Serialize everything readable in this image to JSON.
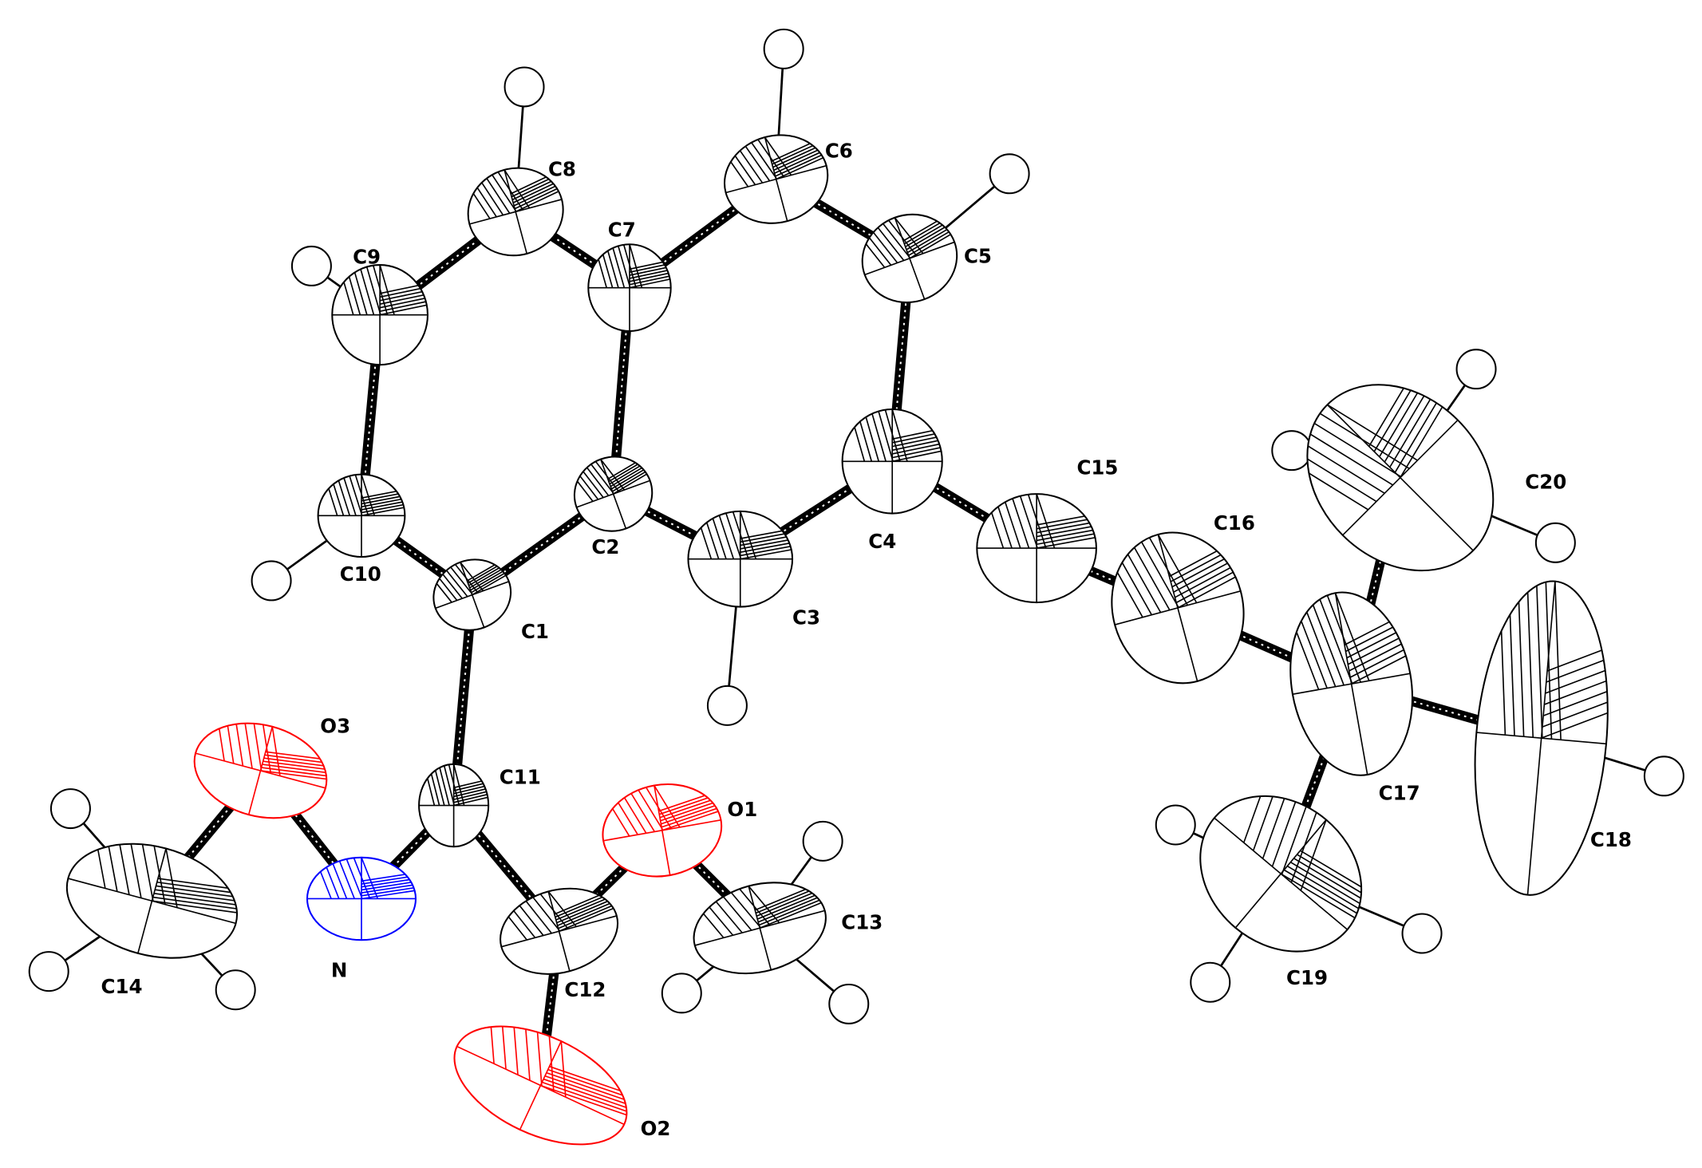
{
  "diagram": {
    "type": "ORTEP molecular structure",
    "colors": {
      "carbon": "#000000",
      "nitrogen": "#0000ff",
      "oxygen": "#ff0000",
      "hydrogen": "#000000",
      "bond": "#000000"
    },
    "atoms": [
      {
        "label": "C1",
        "element": "C"
      },
      {
        "label": "C2",
        "element": "C"
      },
      {
        "label": "C3",
        "element": "C"
      },
      {
        "label": "C4",
        "element": "C"
      },
      {
        "label": "C5",
        "element": "C"
      },
      {
        "label": "C6",
        "element": "C"
      },
      {
        "label": "C7",
        "element": "C"
      },
      {
        "label": "C8",
        "element": "C"
      },
      {
        "label": "C9",
        "element": "C"
      },
      {
        "label": "C10",
        "element": "C"
      },
      {
        "label": "C11",
        "element": "C"
      },
      {
        "label": "C12",
        "element": "C"
      },
      {
        "label": "C13",
        "element": "C"
      },
      {
        "label": "C14",
        "element": "C"
      },
      {
        "label": "C15",
        "element": "C"
      },
      {
        "label": "C16",
        "element": "C"
      },
      {
        "label": "C17",
        "element": "C"
      },
      {
        "label": "C18",
        "element": "C"
      },
      {
        "label": "C19",
        "element": "C"
      },
      {
        "label": "C20",
        "element": "C"
      },
      {
        "label": "N",
        "element": "N"
      },
      {
        "label": "O1",
        "element": "O"
      },
      {
        "label": "O2",
        "element": "O"
      },
      {
        "label": "O3",
        "element": "O"
      }
    ],
    "bonds": [
      [
        "C1",
        "C2"
      ],
      [
        "C2",
        "C3"
      ],
      [
        "C3",
        "C4"
      ],
      [
        "C4",
        "C5"
      ],
      [
        "C5",
        "C6"
      ],
      [
        "C6",
        "C7"
      ],
      [
        "C7",
        "C2"
      ],
      [
        "C7",
        "C8"
      ],
      [
        "C8",
        "C9"
      ],
      [
        "C9",
        "C10"
      ],
      [
        "C10",
        "C1"
      ],
      [
        "C1",
        "C11"
      ],
      [
        "C11",
        "N"
      ],
      [
        "C11",
        "C12"
      ],
      [
        "C12",
        "O1"
      ],
      [
        "C12",
        "O2"
      ],
      [
        "O1",
        "C13"
      ],
      [
        "N",
        "O3"
      ],
      [
        "O3",
        "C14"
      ],
      [
        "C4",
        "C15"
      ],
      [
        "C15",
        "C16"
      ],
      [
        "C16",
        "C17"
      ],
      [
        "C17",
        "C18"
      ],
      [
        "C17",
        "C19"
      ],
      [
        "C17",
        "C20"
      ]
    ]
  }
}
